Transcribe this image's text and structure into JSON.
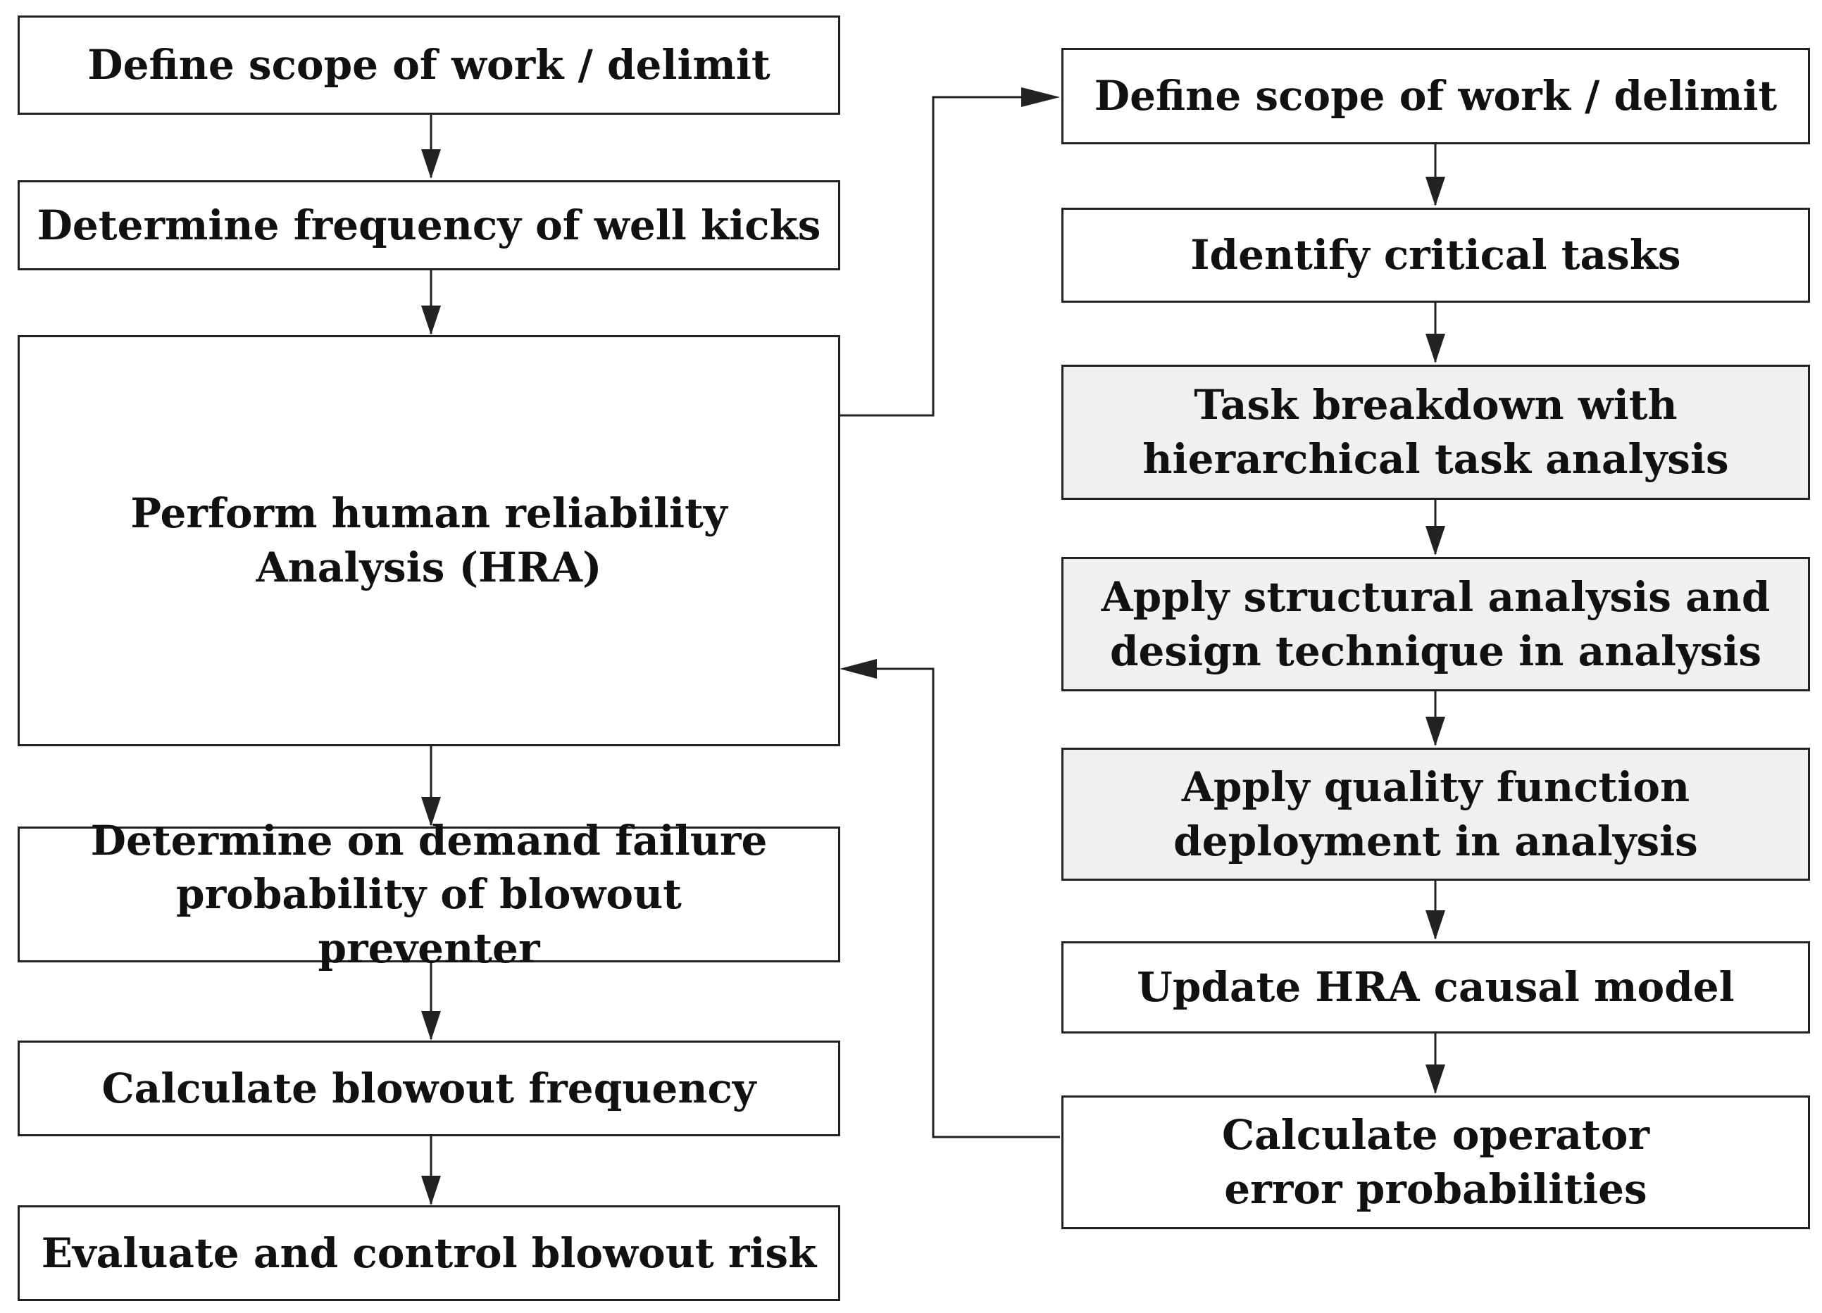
{
  "colors": {
    "stroke": "#222222",
    "box_fill": "#ffffff",
    "shaded_fill": "#f0f0f0",
    "text": "#111111"
  },
  "left_column": {
    "define_scope": "Define scope of work / delimit",
    "kick_frequency": "Determine frequency of well kicks",
    "perform_hra": "Perform human reliability Analysis (HRA)",
    "bop_failure": "Determine on demand failure probability of blowout preventer",
    "blowout_frequency": "Calculate blowout frequency",
    "evaluate_risk": "Evaluate and control blowout risk"
  },
  "right_column": {
    "define_scope": "Define scope of work / delimit",
    "critical_tasks": "Identify critical tasks",
    "task_breakdown": "Task breakdown with hierarchical task analysis",
    "sadt": "Apply structural analysis and design technique in analysis",
    "qfd": "Apply quality function deployment in analysis",
    "update_model": "Update HRA causal model",
    "operator_error": "Calculate operator error probabilities"
  }
}
